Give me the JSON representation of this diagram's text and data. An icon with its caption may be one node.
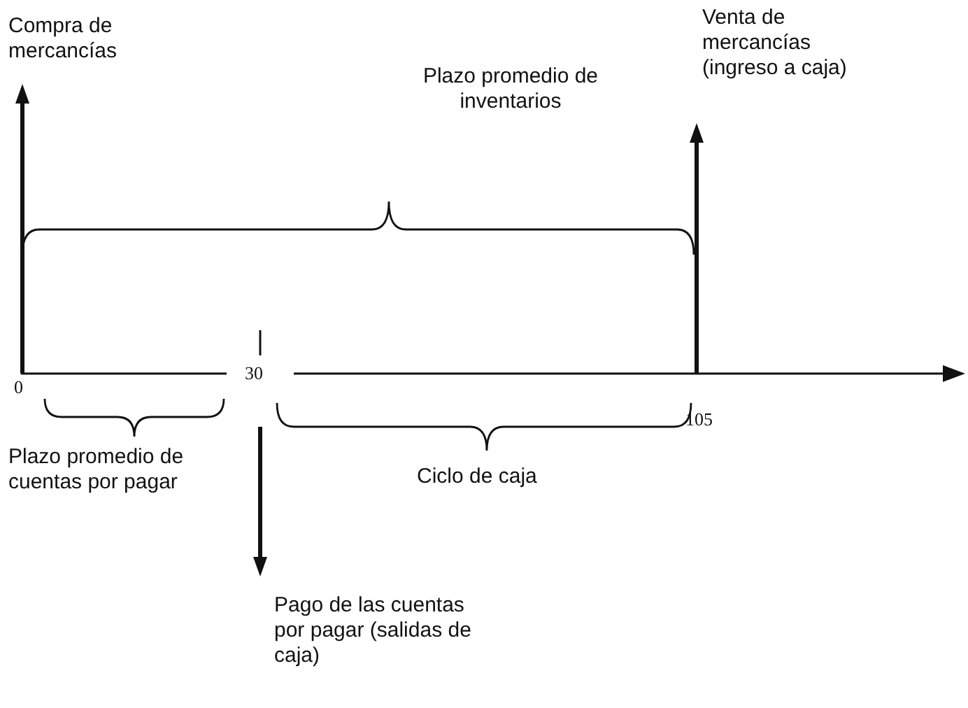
{
  "diagram": {
    "labels": [
      "Compra de mercancías",
      "Venta de mercancías (ingreso a caja)",
      "Plazo promedio de inventarios",
      "0",
      "30",
      "105",
      "Plazo promedio de cuentas por pagar",
      "Ciclo de caja",
      "Pago de las cuentas por pagar (salidas de caja)"
    ]
  }
}
